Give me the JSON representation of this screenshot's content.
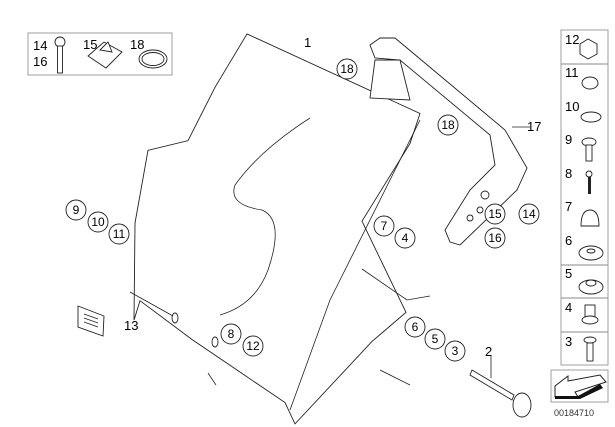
{
  "diagram": {
    "reference_number": "00184710",
    "main_labels": {
      "windshield": "1",
      "screw": "2",
      "bracket": "17",
      "label_plate": "13"
    },
    "callouts": {
      "c18a": "18",
      "c18b": "18",
      "c9": "9",
      "c10": "10",
      "c11": "11",
      "c7": "7",
      "c4": "4",
      "c15": "15",
      "c16": "16",
      "c14": "14",
      "c8": "8",
      "c12": "12",
      "c6": "6",
      "c5": "5",
      "c3": "3"
    },
    "inset": {
      "l14": "14",
      "l16": "16",
      "l15": "15",
      "l18": "18"
    },
    "parts_column": [
      "12",
      "11",
      "10",
      "9",
      "8",
      "7",
      "6",
      "5",
      "4",
      "3"
    ]
  }
}
